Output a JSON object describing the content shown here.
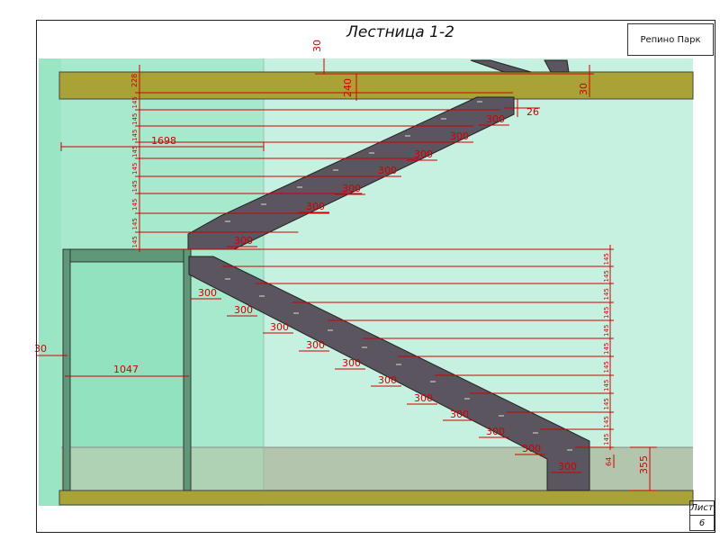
{
  "title": "Лестница 1-2",
  "project": "Репино Парк",
  "sheet": {
    "label": "Лист",
    "number": "6"
  },
  "dimensions": {
    "slab_top_thickness": "30",
    "slab_right_thickness": "30",
    "slab_depth": "240",
    "top_gap": "228",
    "stringer_end": "26",
    "landing_length": "1698",
    "door_width": "1047",
    "left_wall": "30",
    "base_height": "355",
    "base_small": "64",
    "riser": "145",
    "tread": "300"
  }
}
